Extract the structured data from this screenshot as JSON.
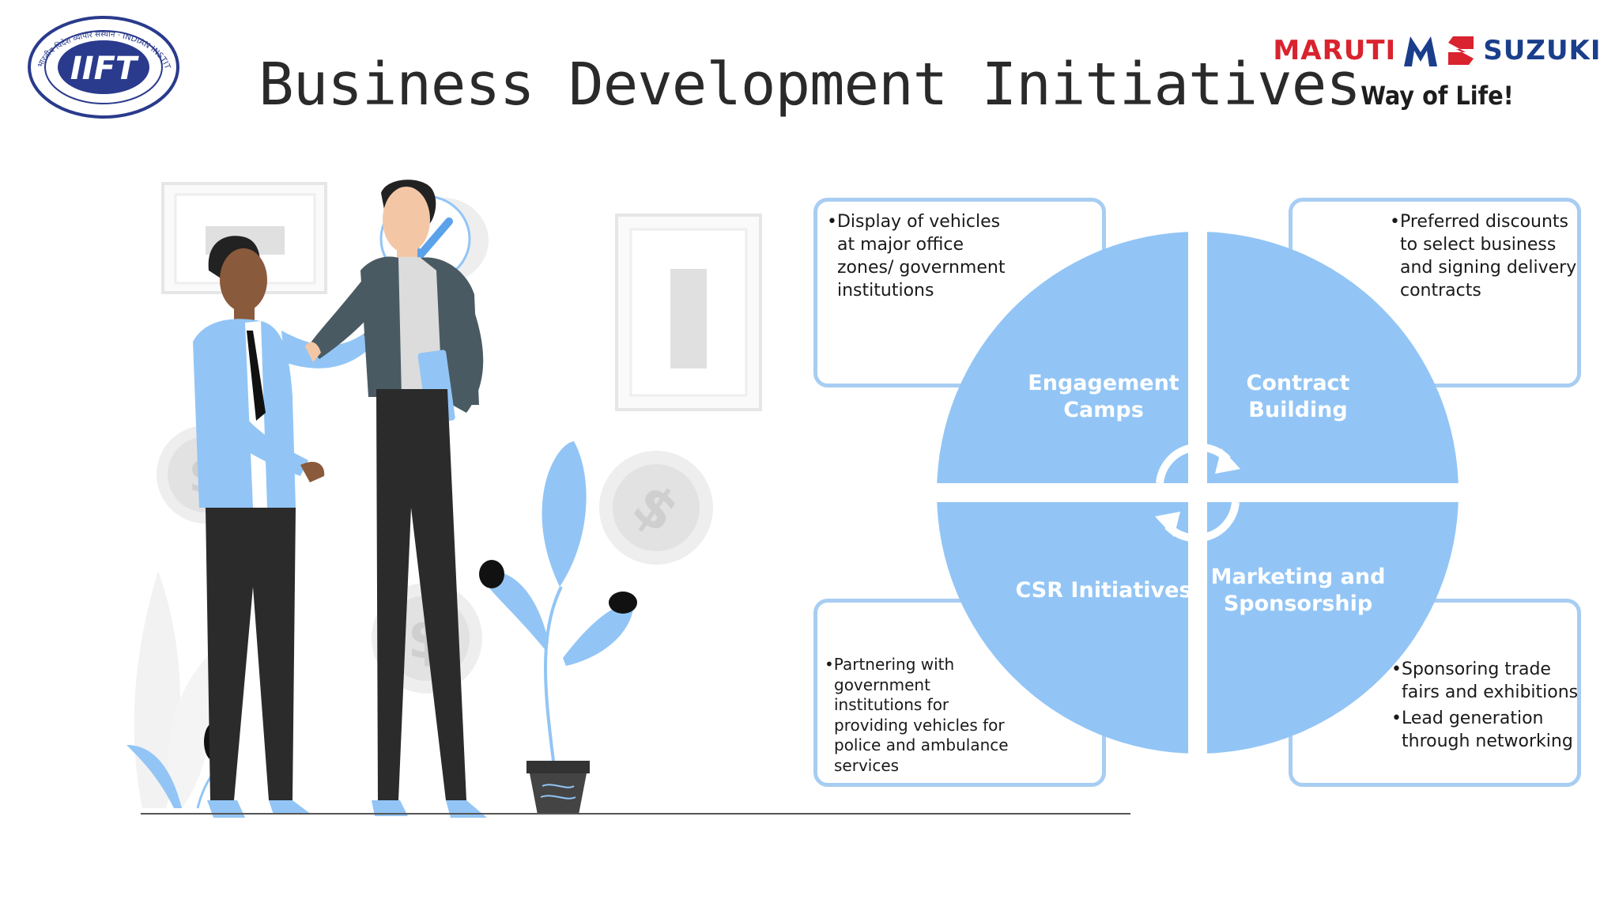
{
  "title": "Business Development Initiatives",
  "logos": {
    "left_emblem_text": "IIFT",
    "left_ring_text": "भारतीय विदेश व्यापार संस्थान · INDIAN INSTITUTE OF FOREIGN TRADE",
    "right_brand_left": "MARUTI",
    "right_brand_right": "SUZUKI",
    "right_tagline": "Way of Life!"
  },
  "colors": {
    "accent_light": "#92c5f5",
    "box_border": "#a8cdf2",
    "maruti_red": "#d9232e",
    "suzuki_blue": "#1a3e8c"
  },
  "segments": [
    {
      "label_l1": "Engagement",
      "label_l2": "Camps"
    },
    {
      "label_l1": "Contract",
      "label_l2": "Building"
    },
    {
      "label_l1": "CSR Initiatives",
      "label_l2": ""
    },
    {
      "label_l1": "Marketing and",
      "label_l2": "Sponsorship"
    }
  ],
  "boxes": {
    "top_left": [
      "•Display of vehicles",
      "at major office",
      "zones/ government",
      "institutions"
    ],
    "top_right": [
      "•Preferred discounts",
      "to select business",
      "and signing delivery",
      "contracts"
    ],
    "bottom_left": [
      "•Partnering with",
      "government",
      "institutions for",
      "providing vehicles for",
      "police and ambulance",
      "services"
    ],
    "bottom_right": [
      "•Sponsoring trade",
      "fairs and exhibitions",
      "•Lead generation",
      "through networking"
    ]
  },
  "icons": [
    "handshake-illustration",
    "checkmark-bubble-icon",
    "dollar-coin-icon",
    "potted-plant-icon",
    "cycle-arrows-icon"
  ]
}
